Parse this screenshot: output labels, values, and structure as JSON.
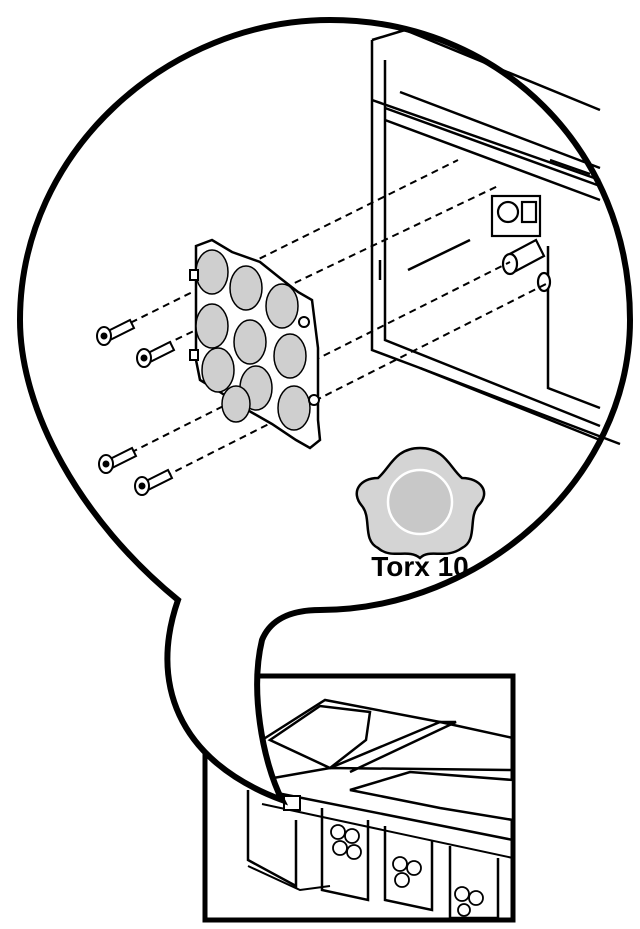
{
  "callout": {
    "tool_label": "Torx 10",
    "tool_icon": "torx-bit-icon"
  },
  "colors": {
    "line": "#000000",
    "battery_fill": "#cfcfcf",
    "bit_fill": "#d4d4d4",
    "background": "#ffffff"
  },
  "parts": {
    "screw_count": 4,
    "cell_count": 10
  }
}
